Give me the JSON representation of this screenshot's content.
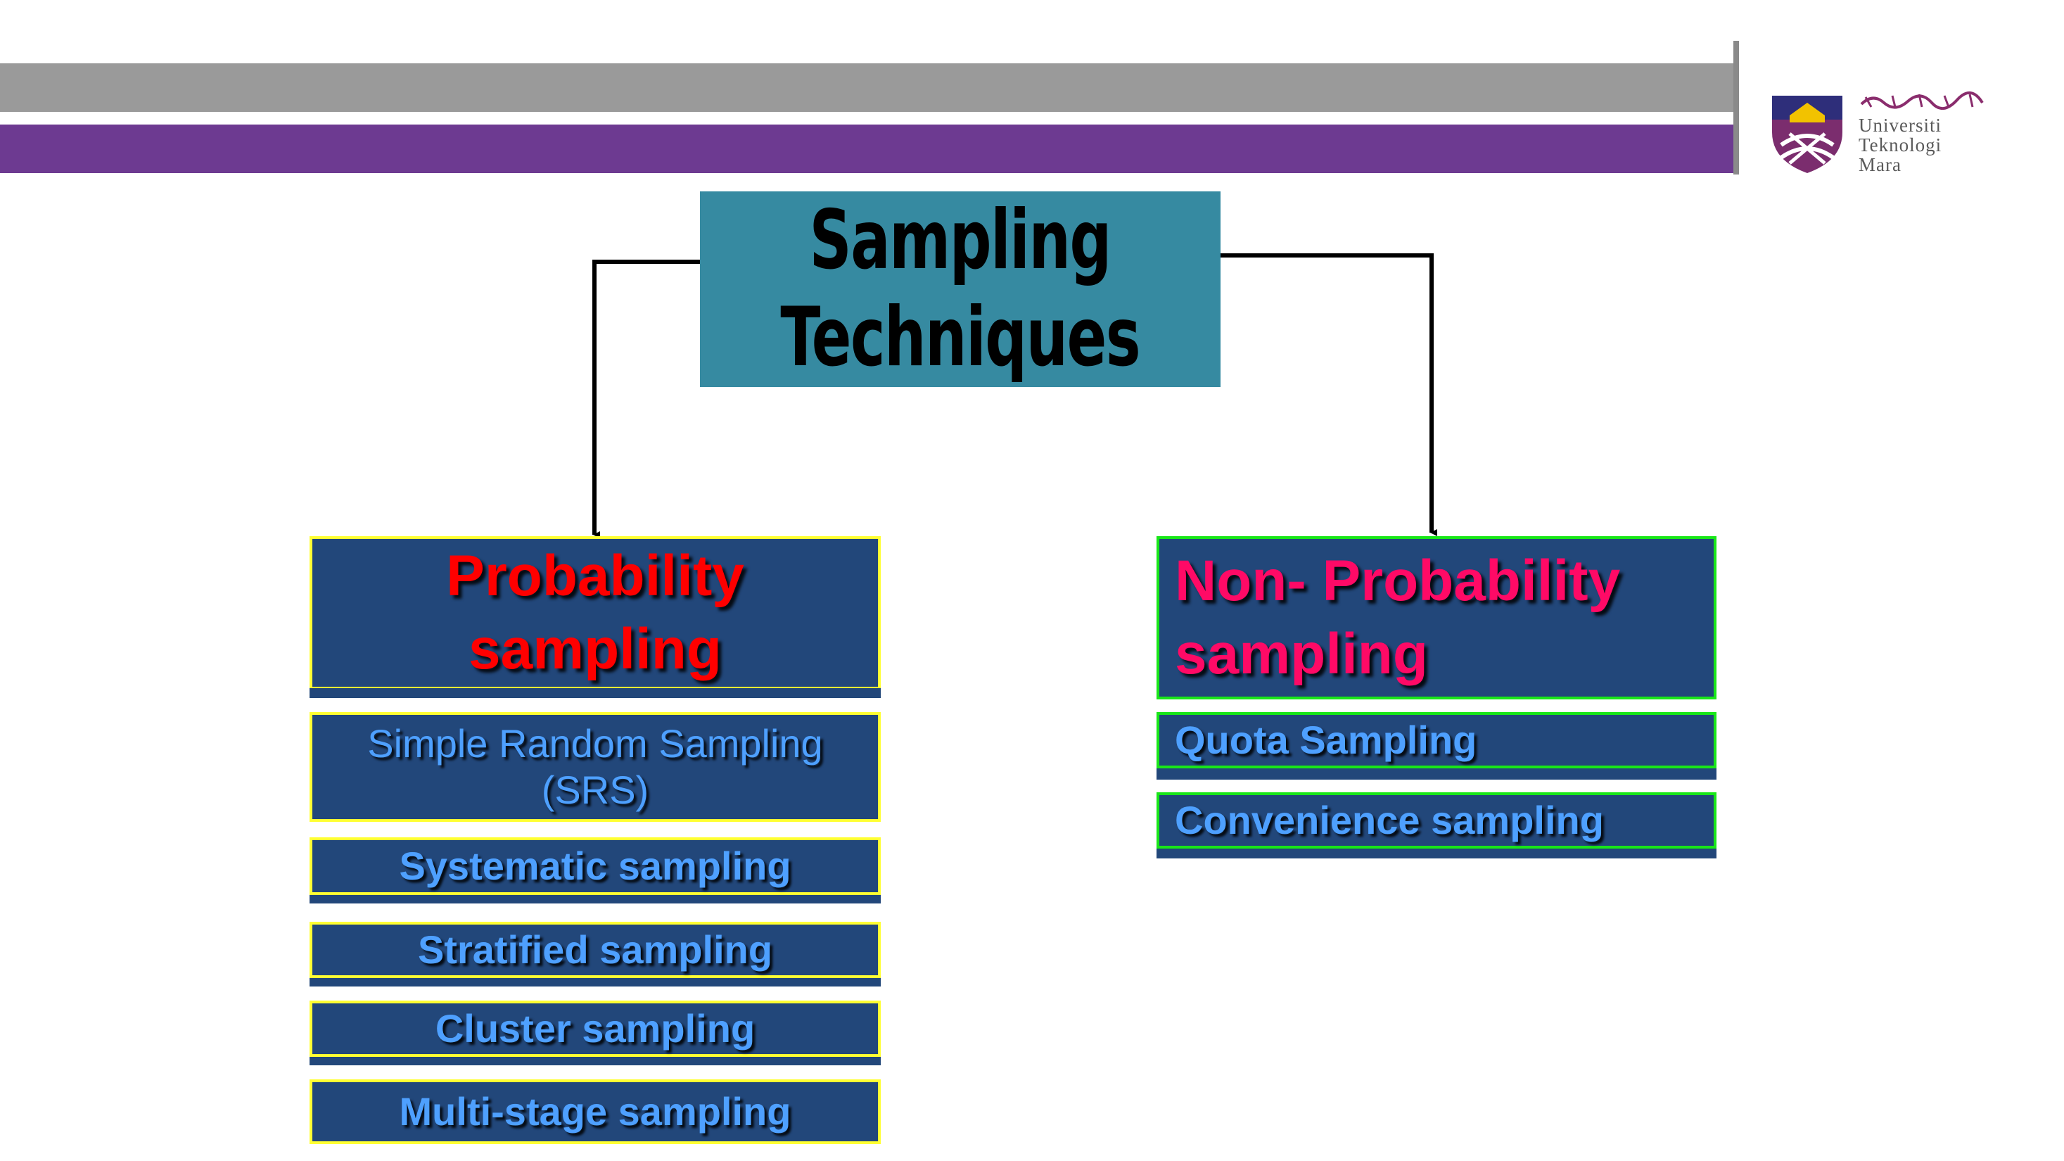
{
  "title": {
    "line1": "Sampling",
    "line2": "Techniques"
  },
  "logo": {
    "line1": "Universiti",
    "line2": "Teknologi",
    "line3": "Mara"
  },
  "probability": {
    "heading": "Probability\nsampling",
    "items": [
      "Simple Random Sampling\n(SRS)",
      "Systematic sampling",
      "Stratified sampling",
      "Cluster sampling",
      "Multi-stage sampling"
    ]
  },
  "non_probability": {
    "heading": "Non- Probability\nsampling",
    "items": [
      "Quota Sampling",
      "Convenience sampling"
    ]
  },
  "colors": {
    "gray_band": "#9a9a9a",
    "purple_band": "#6d3a91",
    "title_box": "#368aa1",
    "box_fill": "#22477a",
    "probability_heading": "#ff0000",
    "non_probability_heading": "#ff0a66",
    "item_text": "#4ea0ff",
    "probability_border": "#ffff33",
    "non_probability_border": "#19e619"
  }
}
